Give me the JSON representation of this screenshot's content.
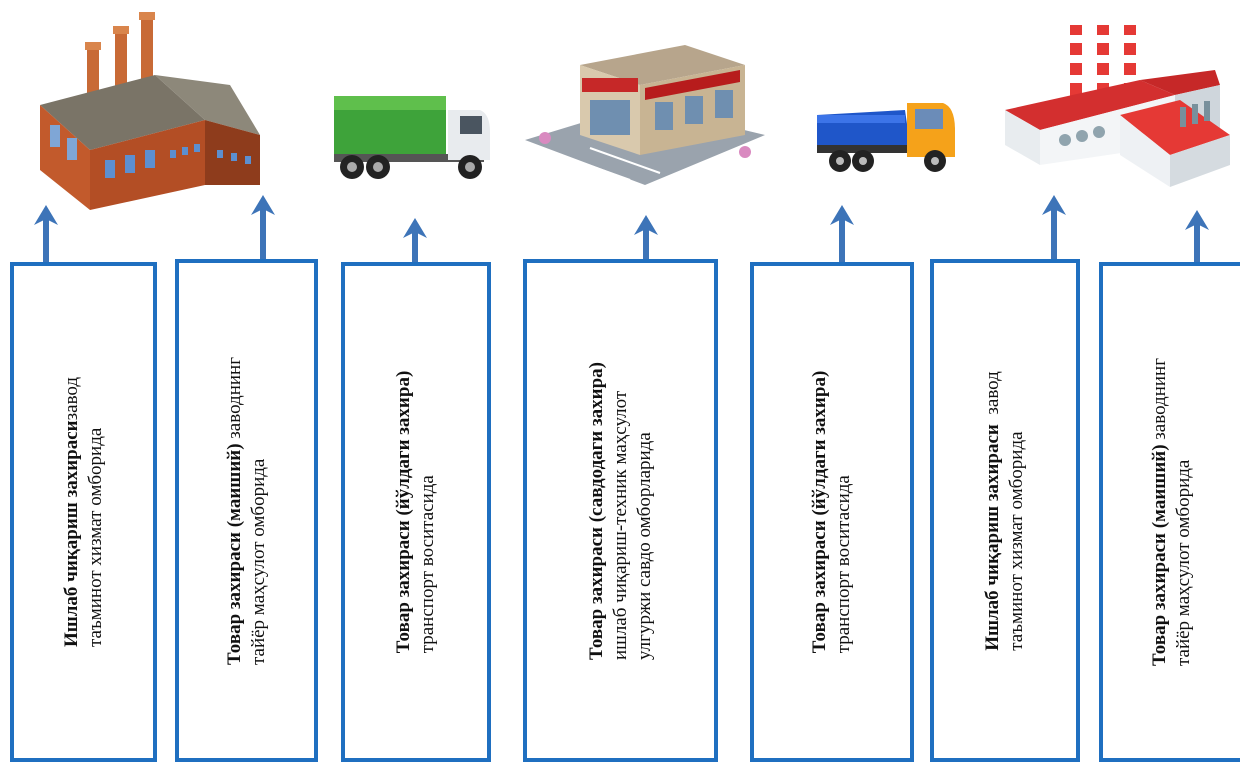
{
  "boxes": [
    {
      "bold": "Ишлаб чиқариш захираси",
      "rest1": "завод",
      "line2": "таъминот хизмат омборида"
    },
    {
      "bold": "Товар захираси (маиший)",
      "rest1": " заводнинг",
      "line2": "тайёр маҳсулот омборида"
    },
    {
      "bold": "Товар захираси (йўлдаги захира)",
      "rest1": "",
      "line2": "транспорт воситасида"
    },
    {
      "bold": "Товар захираси (савдодаги захира)",
      "rest1": "",
      "line2": "ишлаб чиқариш-техник маҳсулот",
      "line3": "улгуржи савдо омборларида"
    },
    {
      "bold": "Товар захираси (йўлдаги захира)",
      "rest1": "",
      "line2": "транспорт воситасида"
    },
    {
      "bold": "Ишлаб чиқариш захираси",
      "rest1": "  завод",
      "line2": "таъминот хизмат омборида"
    },
    {
      "bold": "Товар захираси (маиший)",
      "rest1": " заводнинг",
      "line2": "тайёр маҳсулот омборида"
    }
  ],
  "illustrations": [
    "factory-icon",
    "green-truck-icon",
    "store-icon",
    "dump-truck-icon",
    "modern-factory-icon"
  ],
  "colors": {
    "box_border": "#1f6fc0",
    "arrow": "#3d74b8"
  }
}
